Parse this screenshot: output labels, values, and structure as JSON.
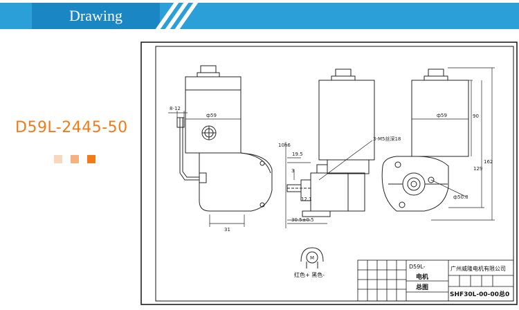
{
  "header": {
    "title": "Drawing"
  },
  "product": {
    "model": "D59L-2445-50"
  },
  "colors": {
    "banner": "#2a9fd8",
    "banner_tab": "#1a86c4",
    "accent": "#f07b17",
    "swatch_light": "#f8d7bf",
    "swatch_mid": "#f4b181",
    "swatch_dark": "#f07b17"
  },
  "drawing": {
    "dims": {
      "d_8_12": "8-12",
      "phi59_left": "ф59",
      "phi59_right": "ф59",
      "d10h6": "10h6",
      "d19_5": "19.5",
      "d3": "3",
      "d12_1": "12.1",
      "d30_5": "30.5±0.5",
      "d31": "31",
      "d3_m5": "3-M5丝深18",
      "d90": "90",
      "d129": "129",
      "d162": "162",
      "phi50_8": "ф50.8"
    },
    "wiring_note": "红色+  黑色-",
    "title_block": {
      "part": "D59L-",
      "name": "电机",
      "assembly": "总图",
      "company": "广州威隆电机有限公司",
      "drawing_no": "SHF30L-00-00总0"
    }
  }
}
